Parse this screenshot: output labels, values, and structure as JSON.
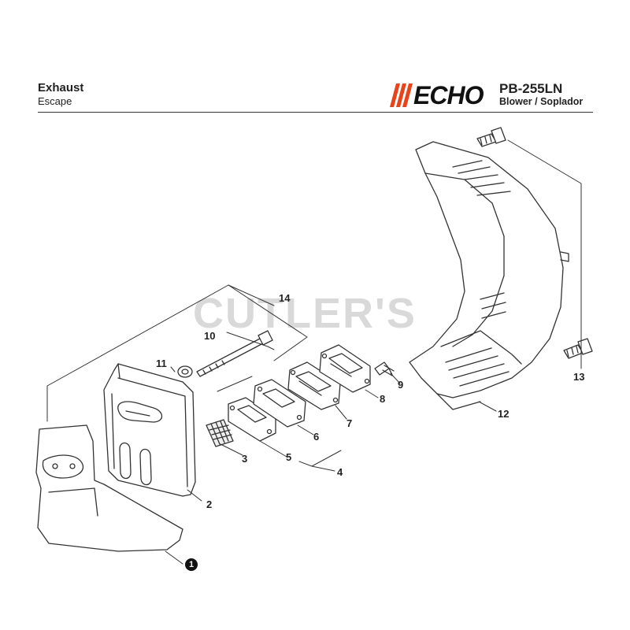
{
  "header": {
    "title": "Exhaust",
    "subtitle": "Escape",
    "brand": "ECHO",
    "model": "PB-255LN",
    "product": "Blower / Soplador"
  },
  "watermark": "CUTLER'S",
  "callouts": {
    "p1": "1",
    "p2": "2",
    "p3": "3",
    "p4": "4",
    "p5": "5",
    "p6": "6",
    "p7": "7",
    "p8": "8",
    "p9": "9",
    "p10": "10",
    "p11": "11",
    "p12": "12",
    "p13": "13",
    "p14": "14"
  },
  "colors": {
    "brand_accent": "#e8431a",
    "line": "#333333",
    "watermark": "#d9d9d9"
  }
}
